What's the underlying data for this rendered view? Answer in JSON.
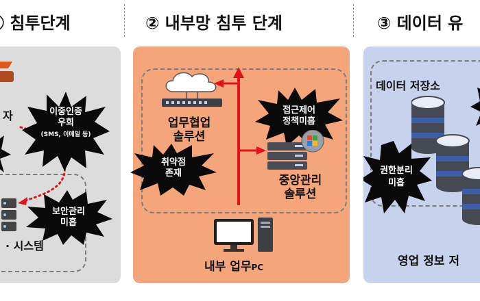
{
  "headers": {
    "h1": "Ⓐ 침투단계",
    "h2": "② 내부망 침투 단계",
    "h3": "③ 데이터 유"
  },
  "panel1": {
    "label_top": "자",
    "label_bottom": "시스템",
    "burst_auth_line1": "이중인증",
    "burst_auth_line2": "우회",
    "burst_auth_line3": "(SMS, 이메일 등)",
    "burst_sec_line1": "보안관리",
    "burst_sec_line2": "미흡"
  },
  "panel2": {
    "collab_line1": "업무협업",
    "collab_line2": "솔루션",
    "central_line1": "중앙관리",
    "central_line2": "솔루션",
    "pc_label_main": "내부 업무",
    "pc_label_suffix": "PC",
    "burst_access_line1": "접근제어",
    "burst_access_line2": "정책미흡",
    "burst_vuln_line1": "취약점",
    "burst_vuln_line2": "존재"
  },
  "panel3": {
    "storage_label": "데이터 저장소",
    "burst_perm_line1": "권한분리",
    "burst_perm_line2": "미흡",
    "sales_label": "영업 정보 저"
  },
  "colors": {
    "panel1_bg": "#dcdcdc",
    "panel2_bg": "#f5a57a",
    "panel3_bg": "#c7d3ec",
    "arrow_red": "#e0141a",
    "burst": "#0a0a0a"
  }
}
